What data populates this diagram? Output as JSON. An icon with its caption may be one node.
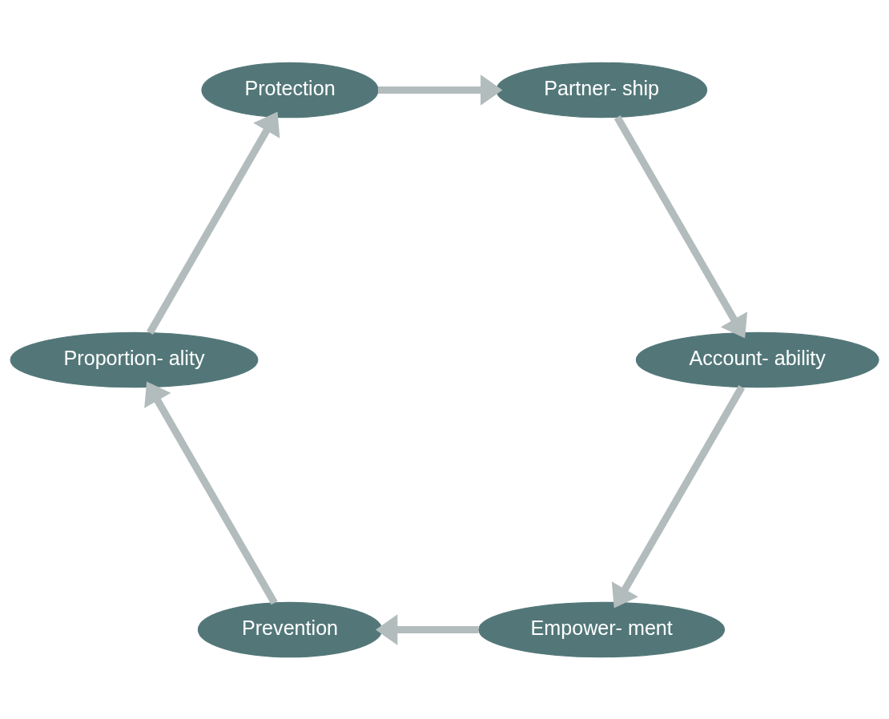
{
  "diagram": {
    "nodes": [
      {
        "text": [
          "Empower- ment"
        ]
      },
      {
        "text": [
          "Account- ability"
        ]
      },
      {
        "text": [
          "Prevention"
        ]
      },
      {
        "text": [
          "Proportion- ality"
        ]
      },
      {
        "text": [
          "Partner- ship"
        ]
      },
      {
        "text": [
          "Protection"
        ]
      }
    ],
    "edges": [
      {
        "from": 0,
        "to": 2,
        "arrow": "to"
      },
      {
        "from": 2,
        "to": 3,
        "arrow": "to"
      },
      {
        "from": 3,
        "to": 5,
        "arrow": "to"
      },
      {
        "from": 5,
        "to": 4,
        "arrow": "to"
      },
      {
        "from": 4,
        "to": 1,
        "arrow": "to"
      },
      {
        "from": 1,
        "to": 0,
        "arrow": "to"
      }
    ]
  }
}
